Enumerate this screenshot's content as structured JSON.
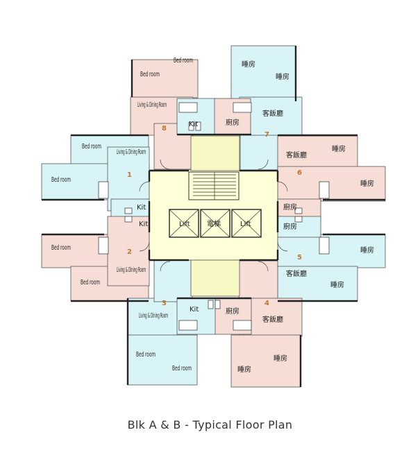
{
  "caption": "Blk A & B - Typical Floor Plan",
  "colors": {
    "pink": "#f6ddd6",
    "blue": "#d9f4f7",
    "yellow": "#ffffd8",
    "cream": "#f8f8c4",
    "wall": "#222222",
    "unit_number": "#c0762f"
  },
  "core": {
    "lift": "Lift",
    "lift_lobby": "電梯"
  },
  "units": [
    {
      "number": "1",
      "rooms": [
        "Bed room",
        "Bed room",
        "Living & Dining Room",
        "Kit"
      ]
    },
    {
      "number": "2",
      "rooms": [
        "Bed room",
        "Bed room",
        "Living & Dining Room",
        "Kit"
      ]
    },
    {
      "number": "3",
      "rooms": [
        "Living & Dining Room",
        "Bed room",
        "Bed room",
        "Kit"
      ]
    },
    {
      "number": "4",
      "rooms": [
        "客飯廳",
        "睡房",
        "睡房",
        "廚房"
      ]
    },
    {
      "number": "5",
      "rooms": [
        "客飯廳",
        "睡房",
        "睡房",
        "廚房"
      ]
    },
    {
      "number": "6",
      "rooms": [
        "客飯廳",
        "睡房",
        "睡房",
        "廚房"
      ]
    },
    {
      "number": "7",
      "rooms": [
        "客飯廳",
        "睡房",
        "睡房",
        "廚房"
      ]
    },
    {
      "number": "8",
      "rooms": [
        "Bed room",
        "Bed room",
        "Living & Dining Room",
        "Kit"
      ]
    }
  ]
}
